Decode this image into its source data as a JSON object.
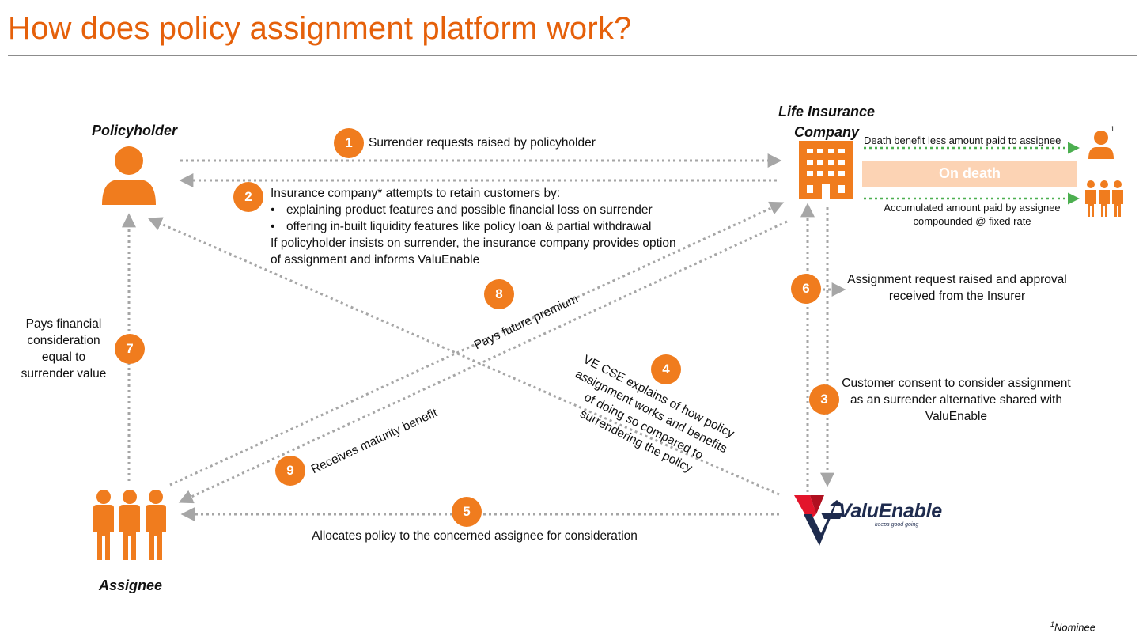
{
  "title": "How does policy assignment platform work?",
  "actors": {
    "policyholder": "Policyholder",
    "insurer": "Life Insurance Company",
    "assignee": "Assignee"
  },
  "steps": {
    "s1": {
      "num": "1",
      "text": "Surrender requests raised by policyholder"
    },
    "s2": {
      "num": "2",
      "intro": "Insurance company* attempts to retain customers by:",
      "bullets": [
        "explaining product features and possible financial loss on surrender",
        "offering in-built liquidity features like policy loan & partial withdrawal"
      ],
      "outro": "If policyholder insists on surrender, the insurance company provides option of assignment and informs ValuEnable"
    },
    "s3": {
      "num": "3",
      "text": "Customer consent to consider assignment as an surrender alternative shared with ValuEnable"
    },
    "s4": {
      "num": "4",
      "text": "VE CSE explains of how policy assignment works and benefits of doing so compared to surrendering the policy"
    },
    "s5": {
      "num": "5",
      "text": "Allocates policy to the concerned assignee for consideration"
    },
    "s6": {
      "num": "6",
      "text": "Assignment request raised and approval received from the Insurer"
    },
    "s7": {
      "num": "7",
      "text": "Pays financial consideration equal to surrender value"
    },
    "s8": {
      "num": "8",
      "text": "Pays future premium"
    },
    "s9": {
      "num": "9",
      "text": "Receives maturity benefit"
    }
  },
  "death_panel": {
    "top_text": "Death benefit less amount paid to assignee",
    "label": "On death",
    "bottom_text": "Accumulated amount paid by assignee compounded @ fixed rate",
    "superscript": "1"
  },
  "logo": {
    "name": "ValuEnable",
    "tagline": "keeps good going"
  },
  "footnote": {
    "sup": "1",
    "text": "Nominee"
  },
  "colors": {
    "accent": "#F07C1E",
    "title": "#E5600A",
    "arrow": "#A6A6A6",
    "green": "#4CAF50",
    "logo_red": "#E3152B",
    "logo_navy": "#1E2B4E"
  }
}
